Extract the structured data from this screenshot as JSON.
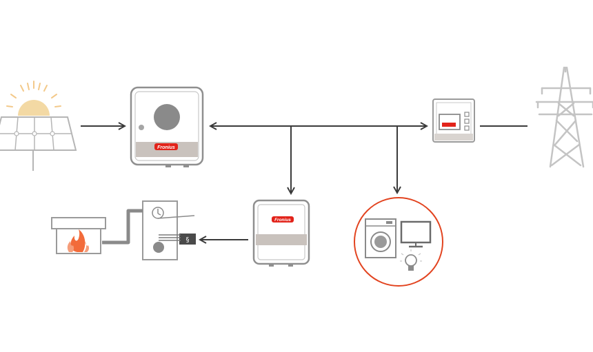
{
  "brand": {
    "logo_text": "Fronius",
    "logo_color": "#e2231a"
  },
  "colors": {
    "line": "#3a3a3a",
    "outline": "#9e9e9e",
    "panel_fill": "#c9c2bd",
    "sun": "#f3d9a4",
    "sun_rays": "#f3c98a",
    "flame": "#f26b3a",
    "highlight_ring": "#e2431f",
    "pylon": "#c4c4c4"
  },
  "components": [
    {
      "id": "pv-array",
      "icon": "solar-panel-icon"
    },
    {
      "id": "inverter",
      "icon": "inverter-icon"
    },
    {
      "id": "smart-meter",
      "icon": "meter-icon"
    },
    {
      "id": "grid",
      "icon": "power-pylon-icon"
    },
    {
      "id": "ohmpilot",
      "icon": "ohmpilot-icon"
    },
    {
      "id": "heat-consumer",
      "icon": "heater-icon"
    },
    {
      "id": "boiler",
      "icon": "boiler-icon"
    },
    {
      "id": "household-consumers",
      "icon": "household-appliances-icon"
    }
  ]
}
